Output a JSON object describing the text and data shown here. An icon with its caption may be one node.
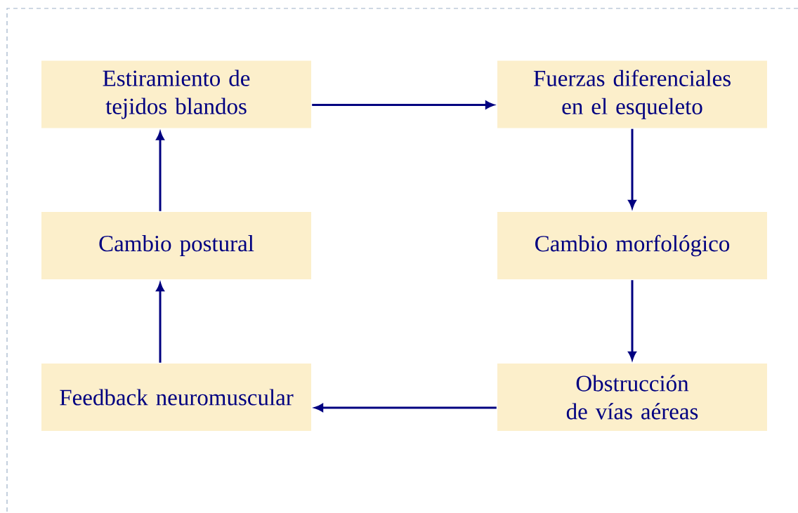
{
  "diagram": {
    "nodes": [
      {
        "text": [
          "Estiramiento de tejidos blandos"
        ]
      },
      {
        "text": [
          "Fuerzas diferenciales en el esqueleto"
        ]
      },
      {
        "text": [
          "Cambio postural"
        ]
      },
      {
        "text": [
          "Cambio morfológico"
        ]
      },
      {
        "text": [
          "Feedback neuromuscular"
        ]
      },
      {
        "text": [
          "Obstrucción de vías aéreas"
        ]
      }
    ],
    "edges": [
      {
        "from": 0,
        "to": 1,
        "arrow": "to"
      },
      {
        "from": 1,
        "to": 3,
        "arrow": "to"
      },
      {
        "from": 3,
        "to": 5,
        "arrow": "to"
      },
      {
        "from": 5,
        "to": 4,
        "arrow": "to"
      },
      {
        "from": 4,
        "to": 2,
        "arrow": "to"
      },
      {
        "from": 2,
        "to": 0,
        "arrow": "to"
      }
    ]
  }
}
